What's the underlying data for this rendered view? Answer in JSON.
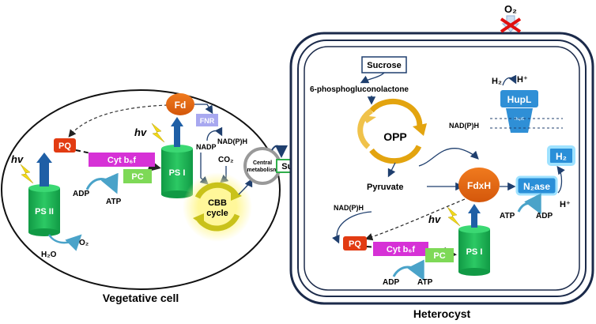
{
  "o2_label": "O₂",
  "vegetative": {
    "caption": "Vegetative cell",
    "hv1": "hv",
    "hv2": "hv",
    "psii": "PS II",
    "psi": "PS I",
    "pq": "PQ",
    "cytb6f": "Cyt b₆f",
    "pc": "PC",
    "fd": "Fd",
    "fnr": "FNR",
    "nadp": "NADP",
    "nadph": "NAD(P)H",
    "co2": "CO₂",
    "cbb_line1": "CBB",
    "cbb_line2": "cycle",
    "central_line1": "Central",
    "central_line2": "metabolism",
    "adp": "ADP",
    "atp": "ATP",
    "o2": "O₂",
    "h2o": "H₂O"
  },
  "transfer": {
    "sucrose": "Sucrose"
  },
  "heterocyst": {
    "caption": "Heterocyst",
    "sucrose": "Sucrose",
    "phospho": "6-phosphogluconolactone",
    "opp": "OPP",
    "nadph_top": "NAD(P)H",
    "pyruvate": "Pyruvate",
    "fdxh": "FdxH",
    "nadph_left": "NAD(P)H",
    "n2ase": "N₂ase",
    "h2": "H₂",
    "hplus": "H⁺",
    "atp": "ATP",
    "adp": "ADP",
    "hv": "hv",
    "pq": "PQ",
    "cytb6f": "Cyt b₆f",
    "pc": "PC",
    "psi": "PS I",
    "adp2": "ADP",
    "atp2": "ATP",
    "hup_h2": "H₂",
    "hup_hplus": "H⁺",
    "hupl": "HupL",
    "hups": "HupS"
  }
}
